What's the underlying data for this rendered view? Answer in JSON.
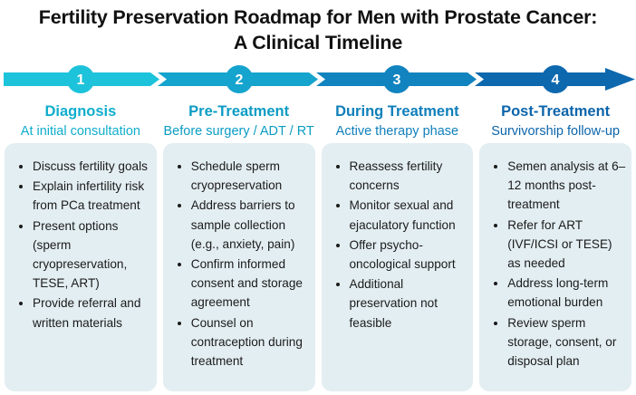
{
  "title": {
    "line1": "Fertility Preservation Roadmap for Men with Prostate Cancer:",
    "line2": "A Clinical Timeline"
  },
  "stages": [
    {
      "number": "1",
      "title": "Diagnosis",
      "subtitle": "At initial consultation",
      "band_color": "#1DC3DA",
      "accent_color": "#10AECD",
      "bullets": [
        "Discuss fertility goals",
        "Explain infertility risk from PCa treatment",
        "Present options (sperm cryopreservation, TESE, ART)",
        "Provide referral and written materials"
      ]
    },
    {
      "number": "2",
      "title": "Pre-Treatment",
      "subtitle": "Before surgery / ADT / RT",
      "band_color": "#15A4CD",
      "accent_color": "#0C9CC4",
      "bullets": [
        "Schedule sperm cryopreservation",
        "Address barriers to sample collection (e.g., anxiety, pain)",
        "Confirm informed consent and storage agreement",
        "Counsel on contraception during treatment"
      ]
    },
    {
      "number": "3",
      "title": "During Treatment",
      "subtitle": "Active therapy phase",
      "band_color": "#1183BF",
      "accent_color": "#0F7FBA",
      "bullets": [
        "Reassess fertility concerns",
        "Monitor sexual and ejaculatory function",
        "Offer psycho-oncological support",
        "Additional preservation not feasible"
      ]
    },
    {
      "number": "4",
      "title": "Post-Treatment",
      "subtitle": "Survivorship follow-up",
      "band_color": "#0E68AE",
      "accent_color": "#0C65AB",
      "bullets": [
        "Semen analysis at 6–12 months post-treatment",
        "Refer for ART (IVF/ICSI or TESE) as needed",
        "Address long-term emotional burden",
        "Review sperm storage, consent, or disposal plan"
      ]
    }
  ]
}
